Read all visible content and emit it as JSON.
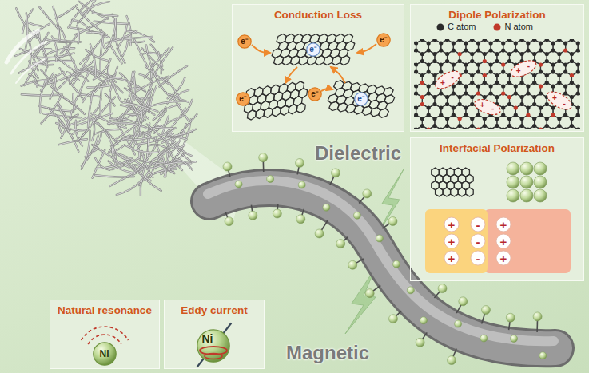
{
  "diagram": {
    "nodes": [
      {
        "text": [
          "Conduction Loss"
        ]
      },
      {
        "text": [
          "e⁻"
        ],
        "in": 0
      },
      {
        "text": [
          "e⁻"
        ],
        "in": 0
      },
      {
        "text": [
          "e⁻"
        ],
        "in": 0
      },
      {
        "text": [
          "e⁻"
        ],
        "in": 0
      },
      {
        "text": [
          "e⁻"
        ],
        "in": 0
      },
      {
        "text": [
          "e⁻"
        ],
        "in": 0
      },
      {
        "text": [
          "Dipole Polarization"
        ]
      },
      {
        "text": [
          "Interfacial Polarization"
        ]
      },
      {
        "text": [
          "Natural resonance"
        ]
      },
      {
        "text": [
          "Ni"
        ],
        "in": 9
      },
      {
        "text": [
          "Eddy current"
        ]
      },
      {
        "text": [
          "Ni"
        ],
        "in": 11
      }
    ],
    "labels": [
      "+",
      "-",
      "+",
      "-",
      "+",
      "-",
      "+",
      "-",
      "Dielectric",
      "+",
      "-",
      "+",
      "+",
      "-",
      "+",
      "+",
      "-",
      "+",
      "Magnetic"
    ],
    "legend": [
      {
        "text": "C atom",
        "color": "#2b2b2b"
      },
      {
        "text": "N atom",
        "color": "#c0392b"
      }
    ]
  }
}
